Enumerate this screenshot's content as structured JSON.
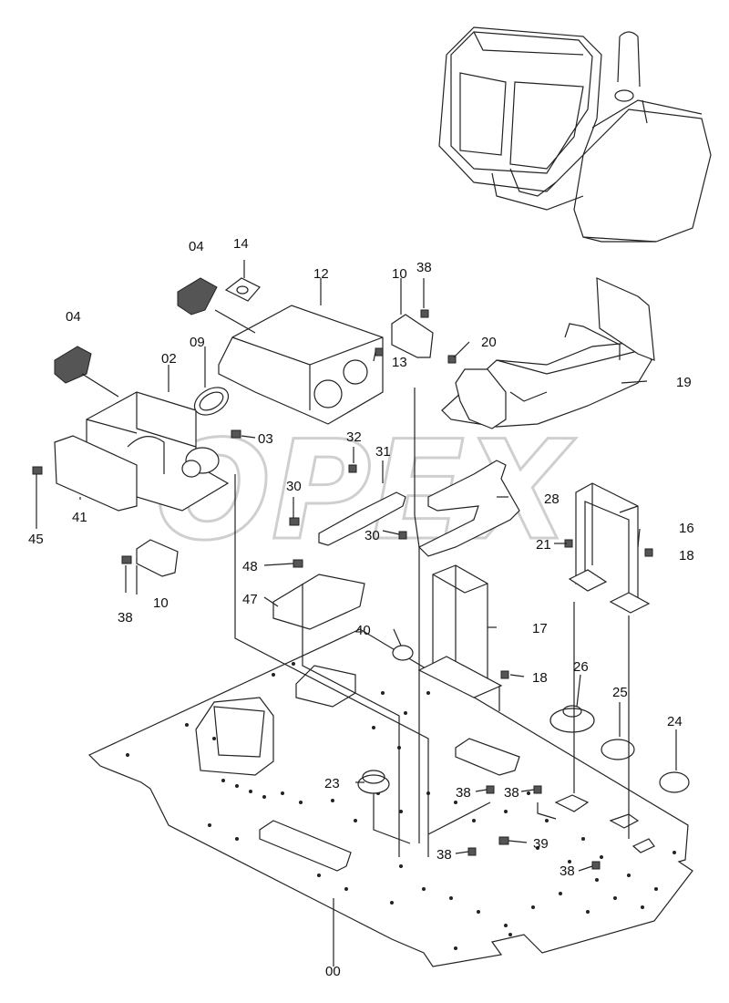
{
  "watermark": "OPEX",
  "labels": {
    "l00": "00",
    "l02": "02",
    "l03": "03",
    "l04a": "04",
    "l04b": "04",
    "l09": "09",
    "l10a": "10",
    "l10b": "10",
    "l12": "12",
    "l13": "13",
    "l14": "14",
    "l16": "16",
    "l17": "17",
    "l18a": "18",
    "l18b": "18",
    "l19": "19",
    "l20": "20",
    "l21": "21",
    "l23": "23",
    "l24": "24",
    "l25": "25",
    "l26": "26",
    "l28": "28",
    "l30a": "30",
    "l30b": "30",
    "l31": "31",
    "l32": "32",
    "l38a": "38",
    "l38b": "38",
    "l38c": "38",
    "l38d": "38",
    "l38e": "38",
    "l38f": "38",
    "l39": "39",
    "l40": "40",
    "l41": "41",
    "l45": "45",
    "l47": "47",
    "l48": "48"
  }
}
